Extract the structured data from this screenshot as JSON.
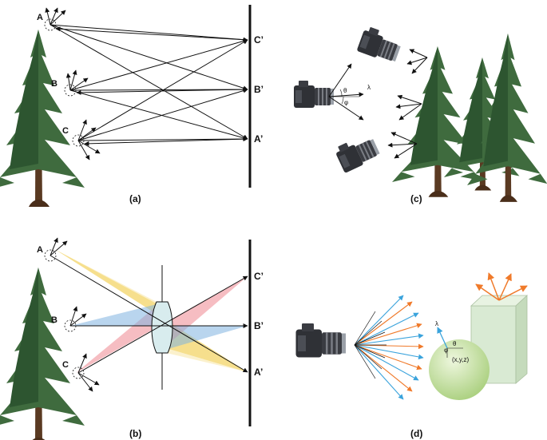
{
  "panels": {
    "a": {
      "caption": "(a)",
      "points": {
        "A": "A",
        "B": "B",
        "C": "C"
      },
      "image_points": {
        "C2": "C’",
        "B2": "B’",
        "A2": "A’"
      }
    },
    "b": {
      "caption": "(b)",
      "points": {
        "A": "A",
        "B": "B",
        "C": "C"
      },
      "image_points": {
        "C2": "C’",
        "B2": "B’",
        "A2": "A’"
      }
    },
    "c": {
      "caption": "(c)",
      "theta": "θ",
      "phi": "φ",
      "lambda": "λ"
    },
    "d": {
      "caption": "(d)",
      "theta": "θ",
      "phi": "φ",
      "lambda": "λ",
      "point": "(x,y,z)"
    }
  },
  "colors": {
    "yellow_beam": "#f3d25a",
    "red_beam": "#ee7b85",
    "blue_beam": "#7fb3e0",
    "orange_ray": "#f07a2a",
    "cyan_ray": "#3aa3dc",
    "sphere": "#cfe6a8",
    "box": "#d9ead3",
    "lens": "#d8ecee"
  },
  "icons": [
    "tree-icon",
    "camera-icon",
    "sphere-shape",
    "box-shape",
    "lens-shape"
  ]
}
